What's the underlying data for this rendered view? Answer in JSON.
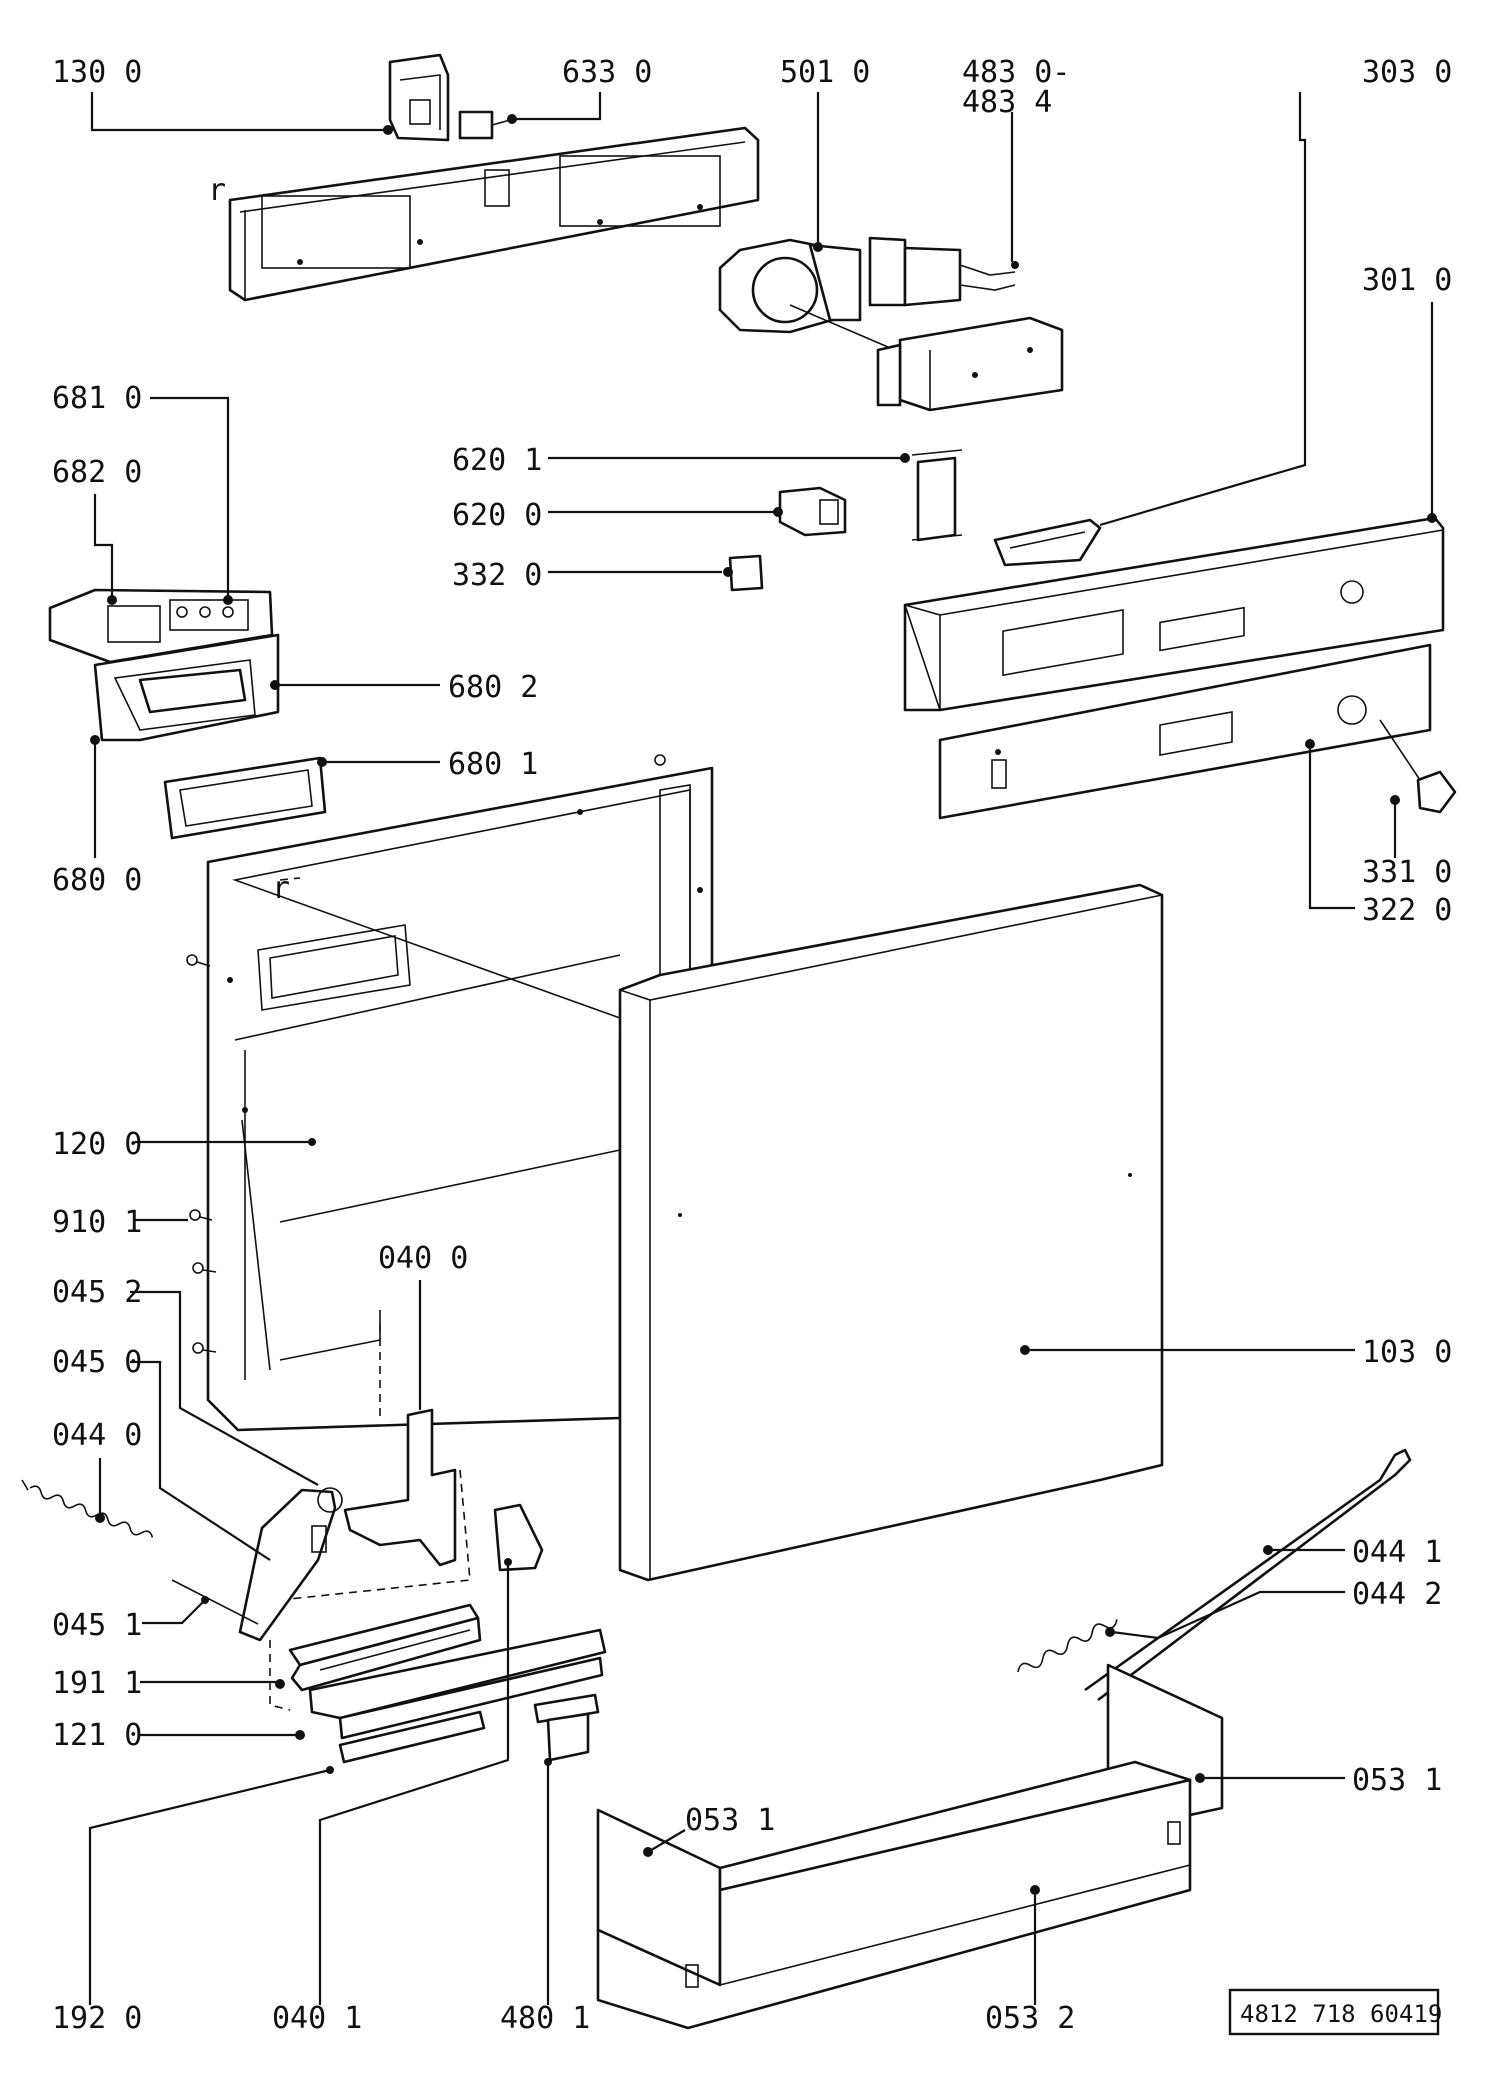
{
  "labels": {
    "p130_0": "130 0",
    "p633_0": "633 0",
    "p501_0": "501 0",
    "p483_range_a": "483 0-",
    "p483_range_b": "483 4",
    "p303_0": "303 0",
    "p301_0": "301 0",
    "p681_0": "681 0",
    "p682_0": "682 0",
    "p620_1": "620 1",
    "p620_0": "620 0",
    "p332_0": "332 0",
    "p680_2": "680 2",
    "p680_1": "680 1",
    "p680_0": "680 0",
    "p331_0": "331 0",
    "p322_0": "322 0",
    "p120_0": "120 0",
    "p910_1": "910 1",
    "p040_0": "040 0",
    "p045_2": "045 2",
    "p045_0": "045 0",
    "p044_0": "044 0",
    "p103_0": "103 0",
    "p044_1": "044 1",
    "p044_2": "044 2",
    "p045_1": "045 1",
    "p191_1": "191 1",
    "p121_0": "121 0",
    "p053_1_right": "053 1",
    "p053_1_left": "053 1",
    "p192_0": "192 0",
    "p040_1": "040 1",
    "p480_1": "480 1",
    "p053_2": "053 2"
  },
  "doc_number": "4812 718 60419",
  "panel_marks": {
    "left": "r",
    "frame": "r"
  }
}
